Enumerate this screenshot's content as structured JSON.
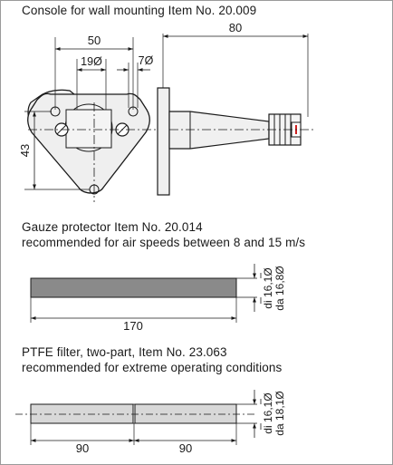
{
  "console": {
    "title": "Console for wall mounting Item No. 20.009",
    "dim_width": "50",
    "dim_length": "80",
    "dim_bore": "19Ø",
    "dim_hole": "7Ø",
    "dim_height": "43"
  },
  "gauze": {
    "title": "Gauze protector Item No. 20.014",
    "subtitle": "recommended for air speeds between 8 and 15 m/s",
    "dim_length": "170",
    "dim_inner": "di 16,1Ø",
    "dim_outer": "da 16,8Ø"
  },
  "ptfe": {
    "title": "PTFE filter, two-part, Item No. 23.063",
    "subtitle": "recommended for extreme operating conditions",
    "dim_length_left": "90",
    "dim_length_right": "90",
    "dim_inner": "di 16,1Ø",
    "dim_outer": "da 18,1Ø"
  },
  "colors": {
    "line": "#1a1a1a",
    "fill_light": "#efefef",
    "fill_bar": "#8a8a8a",
    "accent": "#d02020"
  }
}
